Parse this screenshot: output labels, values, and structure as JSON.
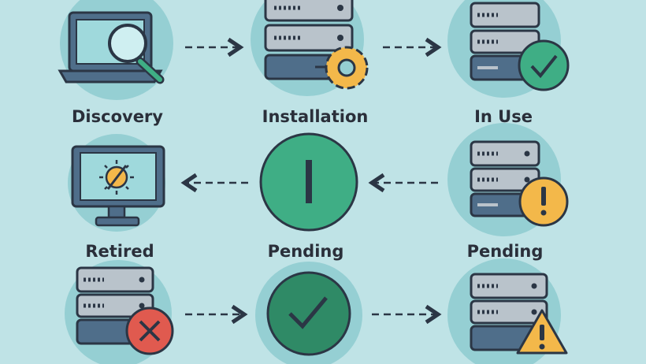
{
  "stages": {
    "discovery": "Discovery",
    "installation": "Installation",
    "in_use": "In Use",
    "retired": "Retired",
    "pending_middle": "Pending",
    "pending_right": "Pending"
  },
  "colors": {
    "background": "#bfe3e6",
    "circle": "#95cfd3",
    "outline": "#2b3645",
    "server_body": "#b9c3cb",
    "server_base": "#4f6e8a",
    "green": "#3fae85",
    "dark_green": "#2f8a66",
    "amber": "#f3b84a",
    "red": "#e05a4f",
    "screen": "#9fd9dc"
  }
}
